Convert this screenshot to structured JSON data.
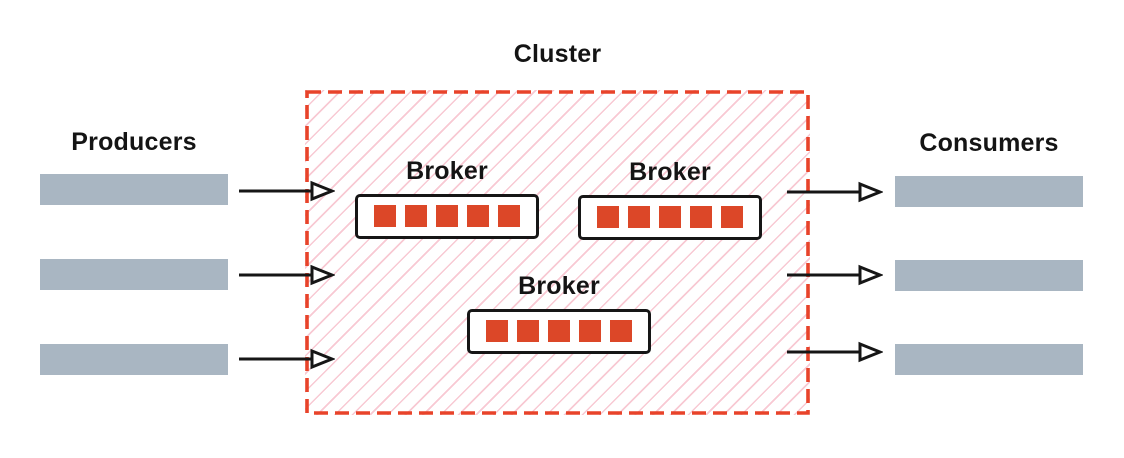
{
  "diagram": {
    "cluster": {
      "title": "Cluster"
    },
    "producers": {
      "label": "Producers",
      "streams": 3
    },
    "consumers": {
      "label": "Consumers",
      "streams": 3
    },
    "brokers": [
      {
        "label": "Broker",
        "partitions": 5
      },
      {
        "label": "Broker",
        "partitions": 5
      },
      {
        "label": "Broker",
        "partitions": 5
      }
    ],
    "colors": {
      "cluster_border": "#e8432a",
      "cluster_hatch": "#f8c9d3",
      "partition_red": "#dc4728",
      "stream_bar_gray": "#a9b6c2",
      "arrow_black": "#161616",
      "text_black": "#141414"
    }
  }
}
